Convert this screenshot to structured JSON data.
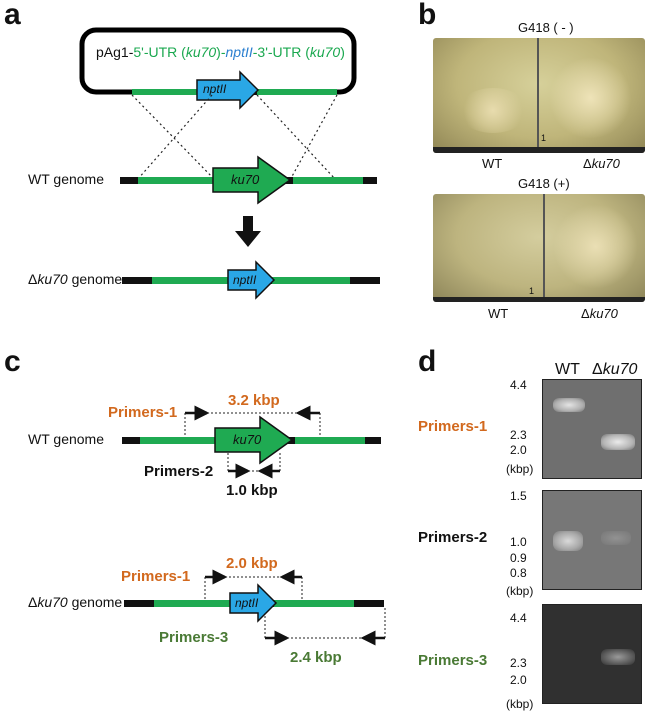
{
  "panel_a": {
    "label": "a",
    "plasmid": {
      "prefix": "pAg1-",
      "part1": "5'-UTR (",
      "part1_gene": "ku70",
      "part1_end": ")-",
      "part2": "nptII",
      "part3": "-3'-UTR (",
      "part3_gene": "ku70",
      "part3_end": ")"
    },
    "wt_genome_label": "WT genome",
    "ko_genome_prefix": "Δ",
    "ko_genome_gene": "ku70",
    "ko_genome_suffix": " genome",
    "gene_ku70": "ku70",
    "gene_nptII": "nptII"
  },
  "panel_b": {
    "label": "b",
    "plate1_title": "G418 ( - )",
    "plate2_title": "G418 (+)",
    "wt_label": "WT",
    "ko_prefix": "Δ",
    "ko_gene": "ku70",
    "plate_mark": "1"
  },
  "panel_c": {
    "label": "c",
    "wt_genome_label": "WT genome",
    "ko_genome_prefix": "Δ",
    "ko_genome_gene": "ku70",
    "ko_genome_suffix": " genome",
    "primers1": "Primers-1",
    "primers2": "Primers-2",
    "primers3": "Primers-3",
    "size_wt_p1": "3.2 kbp",
    "size_wt_p2": "1.0 kbp",
    "size_ko_p1": "2.0 kbp",
    "size_ko_p3": "2.4 kbp",
    "gene_ku70": "ku70",
    "gene_nptII": "nptII"
  },
  "panel_d": {
    "label": "d",
    "lane_wt": "WT",
    "lane_ko_prefix": "Δ",
    "lane_ko_gene": "ku70",
    "row1_label": "Primers-1",
    "row2_label": "Primers-2",
    "row3_label": "Primers-3",
    "row1_ticks": [
      "4.4",
      "2.3",
      "2.0"
    ],
    "row2_ticks": [
      "1.5",
      "1.0",
      "0.9",
      "0.8"
    ],
    "row3_ticks": [
      "4.4",
      "2.3",
      "2.0"
    ],
    "unit": "(kbp)"
  },
  "colors": {
    "utr_green": "#1faa52",
    "nptII_blue": "#2aa7e6",
    "orange": "#d2691e",
    "dark_green": "#4a7a35"
  }
}
